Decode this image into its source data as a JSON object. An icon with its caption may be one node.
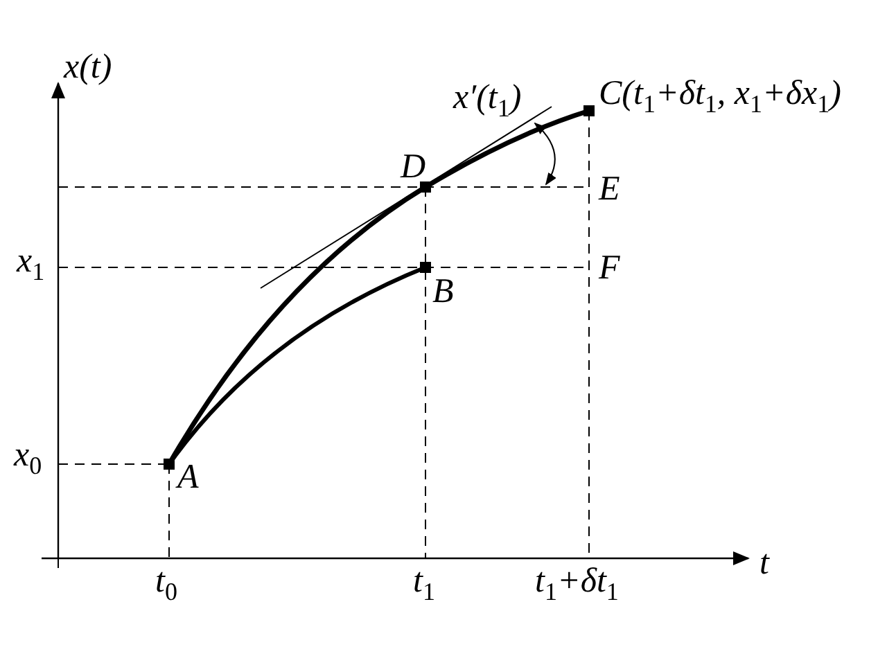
{
  "diagram": {
    "labels": [
      "x(t)",
      "x′(t$_{1}$)",
      "C(t$_{1}$+δt$_{1}$, x$_{1}$+δx$_{1}$)",
      "D",
      "E",
      "x$_{1}$",
      "F",
      "B",
      "x$_{0}$",
      "A",
      "t",
      "t$_{0}$",
      "t$_{1}$",
      "t$_{1}$+δt$_{1}$"
    ]
  }
}
